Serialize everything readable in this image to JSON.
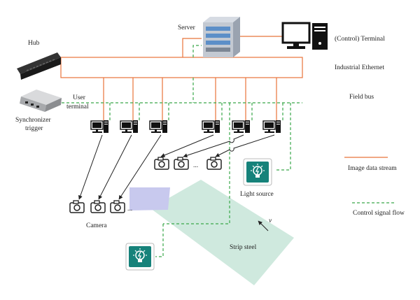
{
  "labels": {
    "server": "Server",
    "control_terminal": "(Control) Terminal",
    "hub": "Hub",
    "industrial_ethernet": "Industrial Ethernet",
    "user_terminal_line1": "User",
    "user_terminal_line2": "terminal",
    "field_bus": "Field bus",
    "synchronizer_line1": "Synchronizer",
    "synchronizer_line2": "trigger",
    "camera": "Camera",
    "light_source": "Light source",
    "strip_steel": "Strip steel",
    "velocity_symbol": "v",
    "ellipsis": "..."
  },
  "legend": [
    {
      "label": "Image data stream",
      "style": "solid",
      "color": "#e8733a"
    },
    {
      "label": "Control signal flow",
      "style": "dashed",
      "color": "#3aa84a"
    }
  ],
  "colors": {
    "image_data_line": "#e8733a",
    "control_signal_line": "#3aa84a",
    "strip_steel": "#cfe9de",
    "light_box": "#16827a",
    "projection": "#c8c9ee"
  },
  "icons": {
    "server": "server-tower-icon",
    "terminal": "desktop-computer-icon",
    "hub": "network-hub-icon",
    "synchronizer": "synchronizer-device-icon",
    "camera": "camera-icon",
    "light": "light-bulb-icon"
  }
}
